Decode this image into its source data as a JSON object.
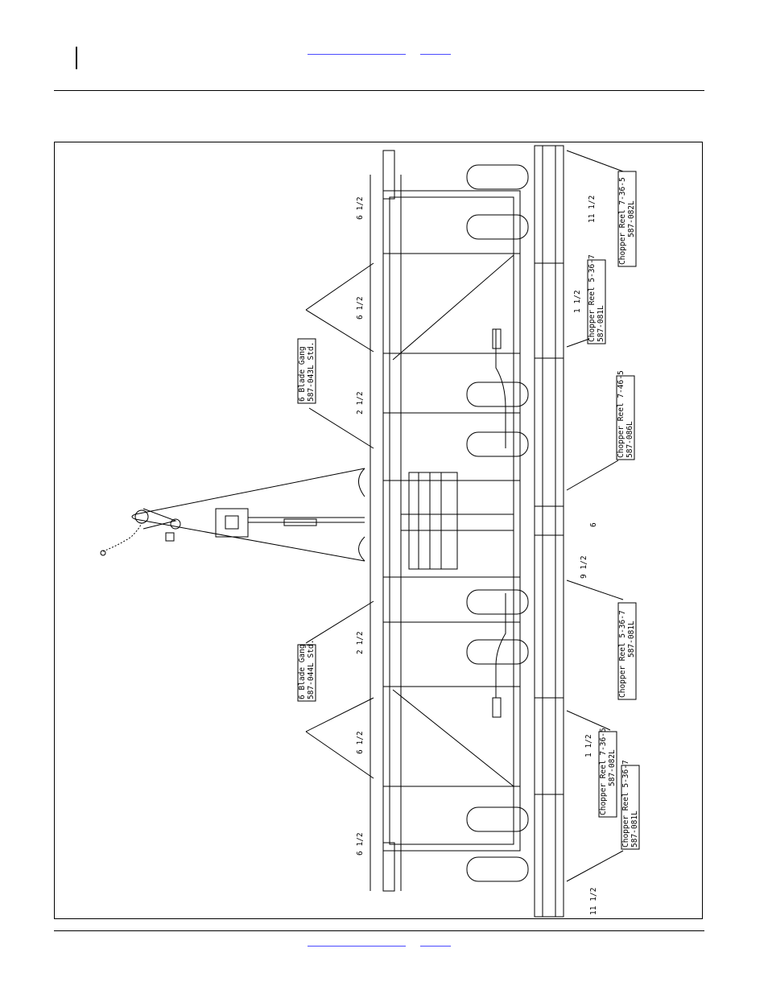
{
  "colors": {
    "ink": "#000000",
    "link": "#4a4aff"
  },
  "header": {
    "link_1": "",
    "link_2": ""
  },
  "footer": {
    "link_1": "",
    "link_2": ""
  },
  "figure": {
    "callouts": {
      "gang_left_top": [
        "6 Blade Gang",
        "587-043L Std."
      ],
      "gang_left_bottom": [
        "6 Blade Gang",
        "587-044L Std."
      ],
      "reel_1": [
        "Chopper Reel 7-36-5",
        "587-082L"
      ],
      "reel_2": [
        "Chopper Reel 5-36-7",
        "587-081L"
      ],
      "reel_3": [
        "Chopper Reel 7-46-5",
        "587-086L"
      ],
      "reel_4": [
        "Chopper Reel 5-36-7",
        "587-081L"
      ],
      "reel_5": [
        "Chopper Reel 7-36-5",
        "587-082L"
      ],
      "reel_6": [
        "Chopper Reel 5-36-7",
        "587-081L"
      ]
    },
    "dimensions": {
      "left_1": "6 1/2",
      "left_2": "6 1/2",
      "left_3": "2 1/2",
      "left_4": "2 1/2",
      "left_5": "6 1/2",
      "left_6": "6 1/2",
      "right_1": "11 1/2",
      "right_2": "1 1/2",
      "right_3": "6",
      "right_4": "9 1/2",
      "right_5": "1 1/2",
      "right_6": "11 1/2"
    }
  }
}
